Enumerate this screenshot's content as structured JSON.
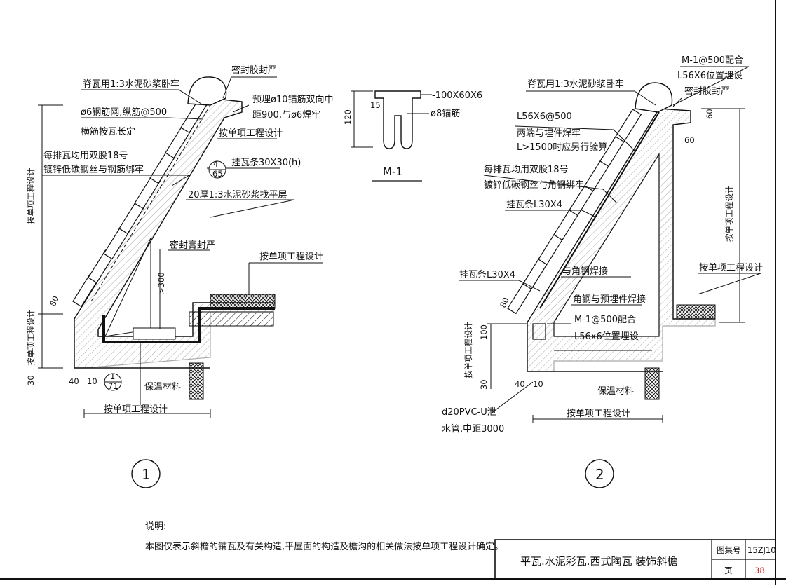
{
  "detail1": {
    "number": "1",
    "labels": {
      "ridge_tile": "脊瓦用1:3水泥砂浆卧牢",
      "sealant_top": "密封胶封严",
      "mesh_line1": "ø6钢筋网,纵筋@500",
      "mesh_line2": "横筋按瓦长定",
      "anchor_line1": "预埋ø10锚筋双向中",
      "anchor_line2": "距900,与ø6焊牢",
      "per_project_1": "按单项工程设计",
      "wire_line1": "每排瓦均用双股18号",
      "wire_line2": "镀锌低碳钢丝与钢筋绑牢",
      "batten": "挂瓦条30X30(h)",
      "ref_top": "4",
      "ref_bottom": "65",
      "screed": "20厚1:3水泥砂浆找平层",
      "sealant_ridge": "密封膏封严",
      "dim_300": ">300",
      "per_project_2": "按单项工程设计",
      "left_vertical": "按单项工程设计",
      "left_lower_vertical": "按单项工程设计",
      "dim_80": "80",
      "dim_30": "30",
      "dim_40": "40",
      "dim_10": "10",
      "ref2_top": "1",
      "ref2_bottom": "71",
      "insulation": "保温材料",
      "bottom_dim": "按单项工程设计"
    }
  },
  "m1": {
    "name": "M-1",
    "plate": "-100X60X6",
    "anchor": "ø8锚筋",
    "dim_120": "120",
    "dim_15": "15"
  },
  "detail2": {
    "number": "2",
    "labels": {
      "m1_top": "M-1@500配合",
      "l56_top": "L56X6位置埋设",
      "sealant": "密封胶封严",
      "ridge_tile": "脊瓦用1:3水泥砂浆卧牢",
      "l56_500": "L56X6@500",
      "weld_line1": "两端与埋件焊牢",
      "weld_line2": "L>1500时应另行验算",
      "dim_60a": "60",
      "dim_60b": "60",
      "wire_line1": "每排瓦均用双股18号",
      "wire_line2": "镀锌低碳钢丝与角钢绑牢",
      "batten_1": "挂瓦条L30X4",
      "right_vertical": "按单项工程设计",
      "per_project": "按单项工程设计",
      "batten_2": "挂瓦条L30X4",
      "weld_angle": "与角钢焊接",
      "weld_embed": "角钢与预埋件焊接",
      "dim_80": "80",
      "dim_100": "100",
      "m1_bottom": "M-1@500配合",
      "l56_bottom": "L56x6位置埋设",
      "left_vertical": "按单项工程设计",
      "dim_30": "30",
      "dim_40": "40",
      "dim_10": "10",
      "insulation": "保温材料",
      "drain_line1": "d20PVC-U泄",
      "drain_line2": "水管,中距3000",
      "bottom_dim": "按单项工程设计"
    }
  },
  "notes": {
    "heading": "说明:",
    "text": "本图仅表示斜檐的铺瓦及有关构造,平屋面的构造及檐沟的相关做法按单项工程设计确定。"
  },
  "titleblock": {
    "title": "平瓦.水泥彩瓦.西式陶瓦   装饰斜檐",
    "atlas_label": "图集号",
    "atlas_value": "15ZJ10",
    "page_label": "页",
    "page_value": "38"
  },
  "colors": {
    "line": "#111111",
    "page_number": "#cc2222"
  }
}
